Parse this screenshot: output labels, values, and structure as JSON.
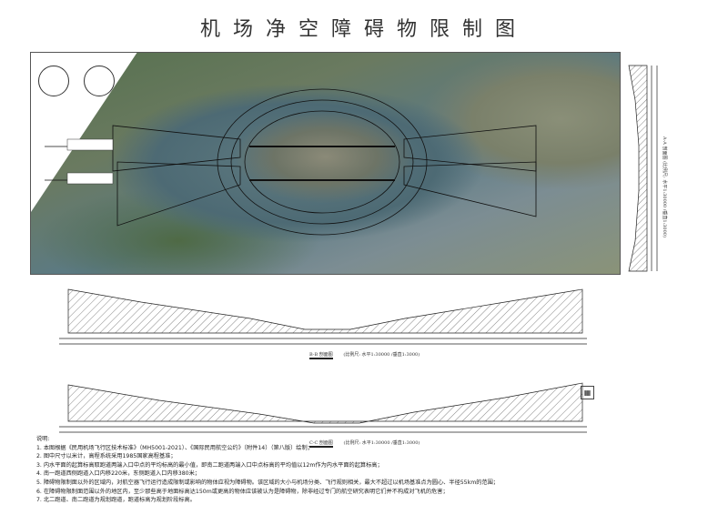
{
  "title": "机场净空障碍物限制图",
  "sections": {
    "aa": {
      "name": "A-A 剖面图",
      "scale": "(比例尺: 水平1:30000 /垂直1:3000)"
    },
    "bb": {
      "name": "B-B 剖面图",
      "scale": "(比例尺: 水平1:30000 /垂直1:3000)"
    },
    "cc": {
      "name": "C-C 剖面图",
      "scale": "(比例尺: 水平1:30000 /垂直1:3000)"
    }
  },
  "notes": {
    "heading": "说明:",
    "items": [
      "1. 本图根据《民用机场飞行区技术标准》（MH5001-2021）、《国际民用航空公约》（附件14）（第八版）绘制；",
      "2. 图中尺寸以米计，高程系统采用1985国家高程基准；",
      "3. 内水平面的起算标高取跑道两端入口中点的平均标高的最小值，即南二跑道两端入口中点标高的平均值以12m作为内水平面的起算标高；",
      "4. 南一跑道西侧跑道入口内移220米，东侧跑道入口内移380米；",
      "5. 障碍物限制面以外的区域内，对航空器飞行运行造成限制或影响的物体应视为障碍物。该区域的大小与机场分类、飞行规则相关，最大不超过以机场基准点为圆心、半径55km的范围；",
      "6. 在障碍物限制面范围以外的地区内，至少那些高于地面标高达150m或更高的物体应该被认为是障碍物，除非经过专门的航空研究表明它们并不构成对飞机的危害；",
      "7. 北二跑道、南二跑道为规划跑道，跑道标高为规划阶段标高。"
    ]
  }
}
